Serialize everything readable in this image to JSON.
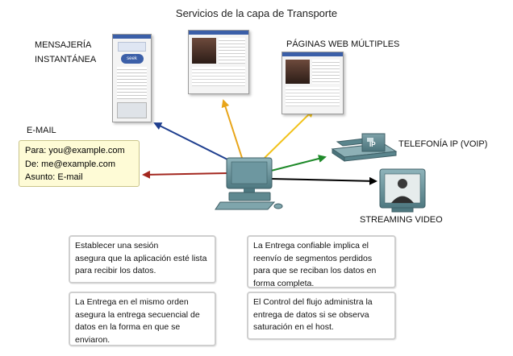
{
  "title": "Servicios de la capa de Transporte",
  "labels": {
    "im_line1": "MENSAJERÍA",
    "im_line2": "INSTANTÁNEA",
    "web": "PÁGINAS WEB MÚLTIPLES",
    "email": "E-MAIL",
    "voip": "TELEFONÍA IP (VOIP)",
    "streaming": "STREAMING VIDEO",
    "phone_screen": "IP"
  },
  "email": {
    "to": "Para: you@example.com",
    "from": "De: me@example.com",
    "subject": "Asunto: E-mail"
  },
  "im_window": {
    "brand": "seek"
  },
  "notes": {
    "session": {
      "head": "Establecer una sesión",
      "body": "asegura que la aplicación esté lista para recibir los datos."
    },
    "reliable": {
      "head": "La Entrega confiable implica el",
      "body": "reenvío de segmentos perdidos para que se reciban los datos en forma completa."
    },
    "order": {
      "head": "La Entrega en el mismo orden",
      "body": "asegura la entrega secuencial de datos en la forma en que se enviaron."
    },
    "flow": {
      "head": "El Control del flujo administra la",
      "body": "entrega de datos si se observa saturación en el host."
    }
  },
  "colors": {
    "arrow_im": "#1f3f8f",
    "arrow_web": "#e8a51a",
    "arrow_web2": "#f2c21a",
    "arrow_email": "#a3271f",
    "arrow_voip": "#1f8a2a",
    "arrow_stream": "#000000",
    "device_teal": "#5d8c95",
    "email_bg": "#fefbd6"
  }
}
